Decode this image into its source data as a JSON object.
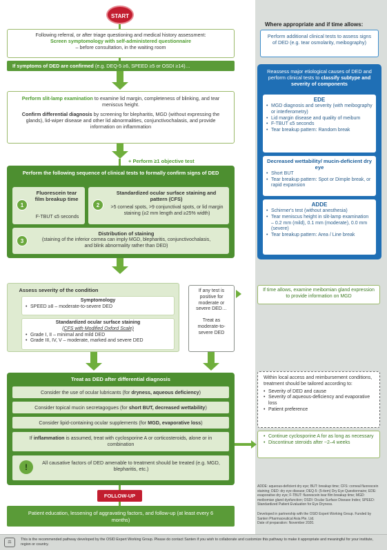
{
  "start": "START",
  "right_header": "Where appropriate and if time allows:",
  "step1": {
    "line1": "Following referral, or after triage questioning and medical history assessment:",
    "green": "Screen symptomology with self-administered questionnaire",
    "line3": "– before consultation, in the waiting room"
  },
  "confirm_bar": {
    "bold": "If symptoms of DED are confirmed",
    "rest": " (e.g. DEQ-5 ≥6, SPEED ≥5 or OSDI ≥14)…"
  },
  "right_tests": "Perform additional clinical tests to assess signs of DED (e.g. tear osmolarity, meibography)",
  "slit_lamp": {
    "green": "Perform slit-lamp examination",
    "rest": " to examine lid margin, completeness of blinking, and tear meniscus height.",
    "bold": "Confirm differential diagnosis",
    "rest2": " by screening for blepharitis, MGD (without expressing the glands), lid-wiper disease and other lid abnormalities, conjunctivochalasis, and provide information on inflammation"
  },
  "objective_label": "+ Perform ≥1 objective test",
  "tests_panel": {
    "title": "Perform the following sequence of clinical tests to formally confirm signs of DED",
    "t1": {
      "num": "1",
      "title": "Fluorescein tear film breakup time",
      "detail": "F-TBUT ≤5 seconds"
    },
    "t2": {
      "num": "2",
      "title": "Standardized ocular surface staining and pattern (CFS)",
      "detail": ">5 corneal spots, >9 conjunctival spots, or lid margin staining (≥2 mm length and ≥25% width)"
    },
    "t3": {
      "num": "3",
      "title": "Distribution of staining",
      "detail": "(staining of the inferior cornea can imply MGD, blepharitis, conjunctivochalasis, and blink abnormality rather than DED)"
    }
  },
  "blue_panel": {
    "intro_a": "Reassess major etiological causes of DED and perform clinical tests to ",
    "intro_b": "classify subtype and severity of components",
    "ede_title": "EDE",
    "ede_items": [
      "MGD diagnosis and severity (with meibography or interferometry)",
      "Lid margin disease and quality of meibum",
      "F-TBUT ≤5 seconds",
      "Tear breakup pattern: Random break"
    ],
    "dw_title": "Decreased wettability/ mucin-deficient dry eye",
    "dw_items": [
      "Short BUT",
      "Tear breakup pattern: Spot or Dimple break, or rapid expansion"
    ],
    "adde_title": "ADDE",
    "adde_items": [
      "Schirmer's test (without anesthesia)",
      "Tear meniscus height in slit-lamp examination – 0.2 mm (mild), 0.1 mm (moderate), 0.0 mm (severe)",
      "Tear breakup pattern: Area / Line break"
    ]
  },
  "severity": {
    "title": "Assess severity of the condition",
    "symptom_title": "Symptomology",
    "symptom_items": [
      "SPEED ≥8 – moderate-to-severe DED"
    ],
    "staining_title": "Standardized ocular surface staining",
    "staining_sub": "(CFS with Modified Oxford Scale)",
    "staining_items": [
      "Grade I, II – minimal and mild DED",
      "Grade III, IV, V – moderate, marked and severe DED"
    ]
  },
  "positive_box": {
    "a": "If any test is positive for moderate or severe DED…",
    "b": "Treat as moderate-to-severe DED"
  },
  "meibomian": "If time allows, examine meibomian gland expression to provide information on MGD",
  "treat_panel": {
    "title": "Treat as DED after differential diagnosis",
    "r1a": "Consider the use of ocular lubricants (for ",
    "r1b": "dryness, aqueous deficiency",
    "r1c": ")",
    "r2a": "Consider topical mucin secretagogues (for ",
    "r2b": "short BUT, decreased wettability",
    "r2c": ")",
    "r3a": "Consider lipid-containing ocular supplements (for ",
    "r3b": "MGD, evaporative loss",
    "r3c": ")",
    "r4a": "If ",
    "r4b": "inflammation",
    "r4c": " is assumed, treat with cyclosporine A or corticosteroids, alone or in combination",
    "excl": "!",
    "r5": "All causative factors of DED amenable to treatment should be treated (e.g. MGD, blepharitis, etc.)"
  },
  "local_box": {
    "intro": "Within local access and reimbursement conditions, treatment should be tailored according to:",
    "items": [
      "Severity of DED and cause",
      "Severity of aqueous-deficiency and evaporative loss",
      "Patient preference"
    ]
  },
  "cyclo_box": {
    "items": [
      "Continue cyclosporine A for as long as necessary",
      "Discontinue steroids after ~2–4 weeks"
    ]
  },
  "followup": "FOLLOW-UP",
  "education": "Patient education, lessening of aggravating factors, and follow-up (at least every 6 months)",
  "abbrev": "ADDE: aqueous-deficient dry eye; BUT: breakup time; CFS: corneal fluorescein staining; DED: dry eye disease; DEQ-5: (5-item) Dry Eye Questionnaire; EDE: evaporative dry eye; F-TBUT: fluorescein tear film breakup time; MGD: meibomian gland dysfunction; OSDI: Ocular Surface Disease Index; SPEED: Standardized Patient Evaluation for Eye Dryness.",
  "dev1": "Developed in partnership with the OSID Expert Working Group. Funded by Santen Pharmaceutical Asia Pte. Ltd.",
  "dev2": "Date of preparation: November 2020.",
  "footer": "This is the recommended pathway developed by the OSID Expert Working Group. Please do contact Santen if you wish to collaborate and customize this pathway to make it appropriate and meaningful for your institute, region or country."
}
